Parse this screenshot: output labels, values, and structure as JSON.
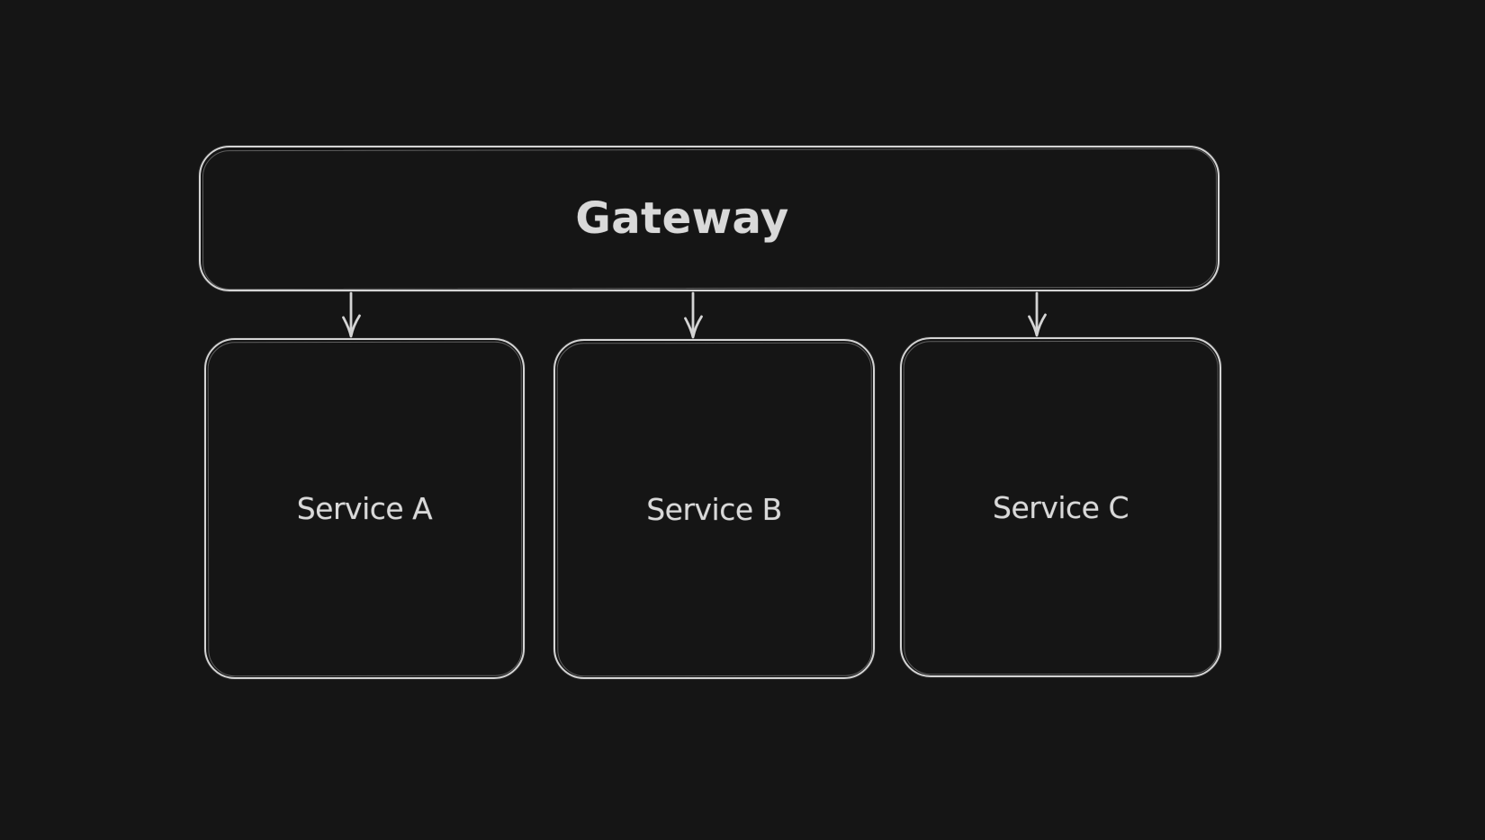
{
  "diagram": {
    "type": "flowchart",
    "style": "excalidraw-dark-sketch",
    "colors": {
      "background": "#151515",
      "stroke": "#d4d4d4",
      "text": "#d9d9d9"
    },
    "nodes": {
      "gateway": {
        "label": "Gateway"
      },
      "service_a": {
        "label": "Service A"
      },
      "service_b": {
        "label": "Service B"
      },
      "service_c": {
        "label": "Service C"
      }
    },
    "edges": [
      {
        "from": "Gateway",
        "to": "Service A",
        "direction": "down"
      },
      {
        "from": "Gateway",
        "to": "Service B",
        "direction": "down"
      },
      {
        "from": "Gateway",
        "to": "Service C",
        "direction": "down"
      }
    ]
  }
}
